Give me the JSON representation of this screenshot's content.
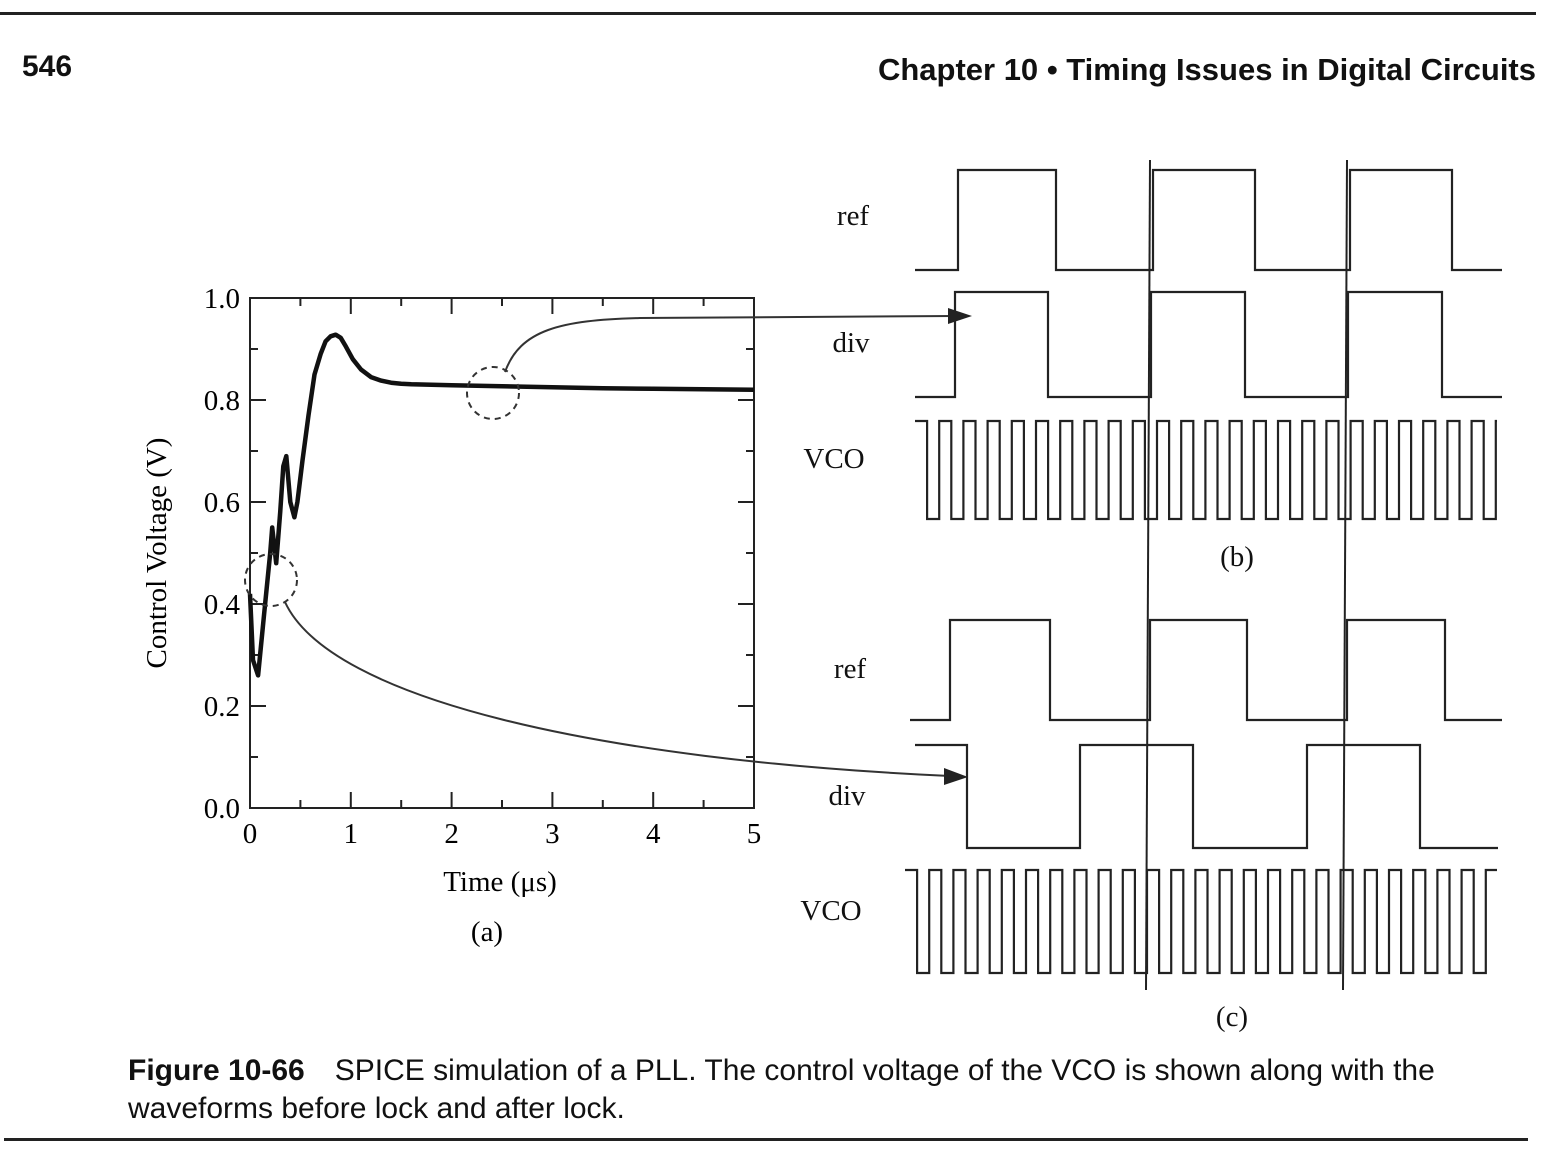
{
  "header": {
    "page_number": "546",
    "chapter": "Chapter 10",
    "bullet": "•",
    "chapter_title": "Timing Issues in Digital Circuits"
  },
  "figure": {
    "panel_a_label": "(a)",
    "panel_b_label": "(b)",
    "panel_c_label": "(c)",
    "signals_b": [
      "ref",
      "div",
      "VCO"
    ],
    "signals_c": [
      "ref",
      "div",
      "VCO"
    ]
  },
  "caption": {
    "label": "Figure 10-66",
    "text": "SPICE simulation of a PLL. The control voltage of the VCO is shown along with the waveforms before lock and after lock."
  },
  "chart_data": {
    "type": "line",
    "xlabel": "Time (μs)",
    "ylabel": "Control Voltage (V)",
    "xlim": [
      0,
      5
    ],
    "ylim": [
      0,
      1.0
    ],
    "xticks": [
      0,
      1,
      2,
      3,
      4,
      5
    ],
    "yticks": [
      "0.0",
      "0.2",
      "0.4",
      "0.6",
      "0.8",
      "1.0"
    ],
    "grid": false,
    "series": [
      {
        "x": [
          0.0,
          0.03,
          0.08,
          0.14,
          0.2,
          0.22,
          0.26,
          0.3,
          0.33,
          0.36,
          0.4,
          0.44,
          0.47,
          0.52,
          0.58,
          0.64,
          0.7,
          0.75,
          0.8,
          0.85,
          0.9,
          0.95,
          1.02,
          1.1,
          1.2,
          1.3,
          1.4,
          1.5,
          1.6,
          1.8,
          2.0,
          2.5,
          3.0,
          3.5,
          4.0,
          4.5,
          5.0
        ],
        "y": [
          0.42,
          0.29,
          0.26,
          0.38,
          0.5,
          0.55,
          0.48,
          0.58,
          0.67,
          0.69,
          0.6,
          0.57,
          0.6,
          0.68,
          0.77,
          0.85,
          0.89,
          0.915,
          0.925,
          0.928,
          0.922,
          0.905,
          0.88,
          0.86,
          0.845,
          0.838,
          0.834,
          0.832,
          0.831,
          0.83,
          0.829,
          0.827,
          0.825,
          0.823,
          0.822,
          0.821,
          0.82
        ]
      }
    ]
  }
}
